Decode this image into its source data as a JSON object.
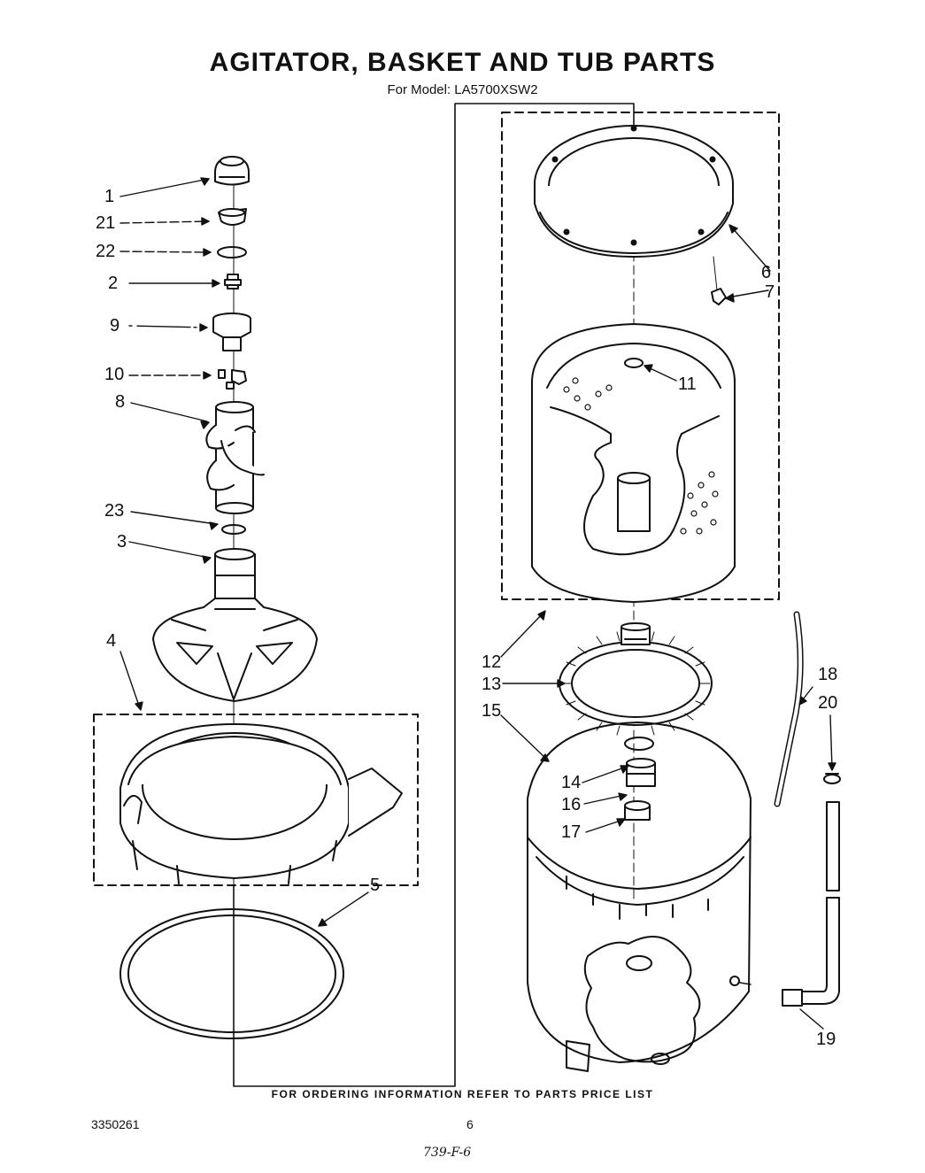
{
  "title": "AGITATOR, BASKET AND TUB PARTS",
  "subtitle": "For Model: LA5700XSW2",
  "callouts": {
    "c1": "1",
    "c21": "21",
    "c22": "22",
    "c2": "2",
    "c9": "9",
    "c10": "10",
    "c8": "8",
    "c23": "23",
    "c3": "3",
    "c4": "4",
    "c5": "5",
    "c6": "6",
    "c7": "7",
    "c11": "11",
    "c12": "12",
    "c13": "13",
    "c15": "15",
    "c14": "14",
    "c16": "16",
    "c17": "17",
    "c18": "18",
    "c20": "20",
    "c19": "19"
  },
  "footer": {
    "ordering_note": "FOR ORDERING INFORMATION REFER TO PARTS PRICE LIST",
    "doc_number": "3350261",
    "page_number": "6",
    "handwritten": "739-F-6"
  }
}
